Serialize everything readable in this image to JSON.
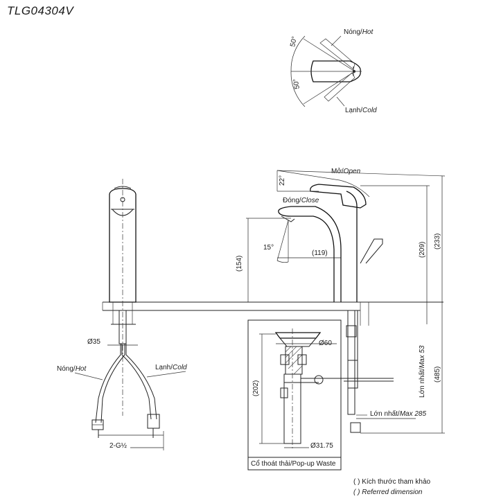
{
  "title": "TLG04304V",
  "top_view": {
    "hot": "Nóng/",
    "hot_en": "Hot",
    "cold": "Lạnh/",
    "cold_en": "Cold",
    "angle_top": "50°",
    "angle_bottom": "50°"
  },
  "side_view": {
    "open": "Mở/",
    "open_en": "Open",
    "close": "Đóng/",
    "close_en": "Close",
    "angle_lever": "22°",
    "angle_spout": "15°",
    "dim_reach": "(119)",
    "dim_height_spout": "(154)",
    "dim_height_body": "(209)",
    "dim_height_total": "(233)",
    "dim_total_under": "(485)",
    "max_thickness": "Lớn nhất/",
    "max_thickness_en": "Max 53",
    "max_length": "Lớn nhất/",
    "max_length_en": "Max 285"
  },
  "front_view": {
    "dia_shank": "Ø35",
    "hot": "Nóng/",
    "hot_en": "Hot",
    "cold": "Lạnh/",
    "cold_en": "Cold",
    "thread": "2-G½"
  },
  "waste": {
    "dia_top": "Ø60",
    "dia_pipe": "Ø31.75",
    "dim_height": "(202)",
    "label": "Cổ thoát thải/",
    "label_en": "Pop-up Waste"
  },
  "legend": {
    "line1": "( )  Kích thước tham khảo",
    "line2": "( )  Referred dimension"
  }
}
